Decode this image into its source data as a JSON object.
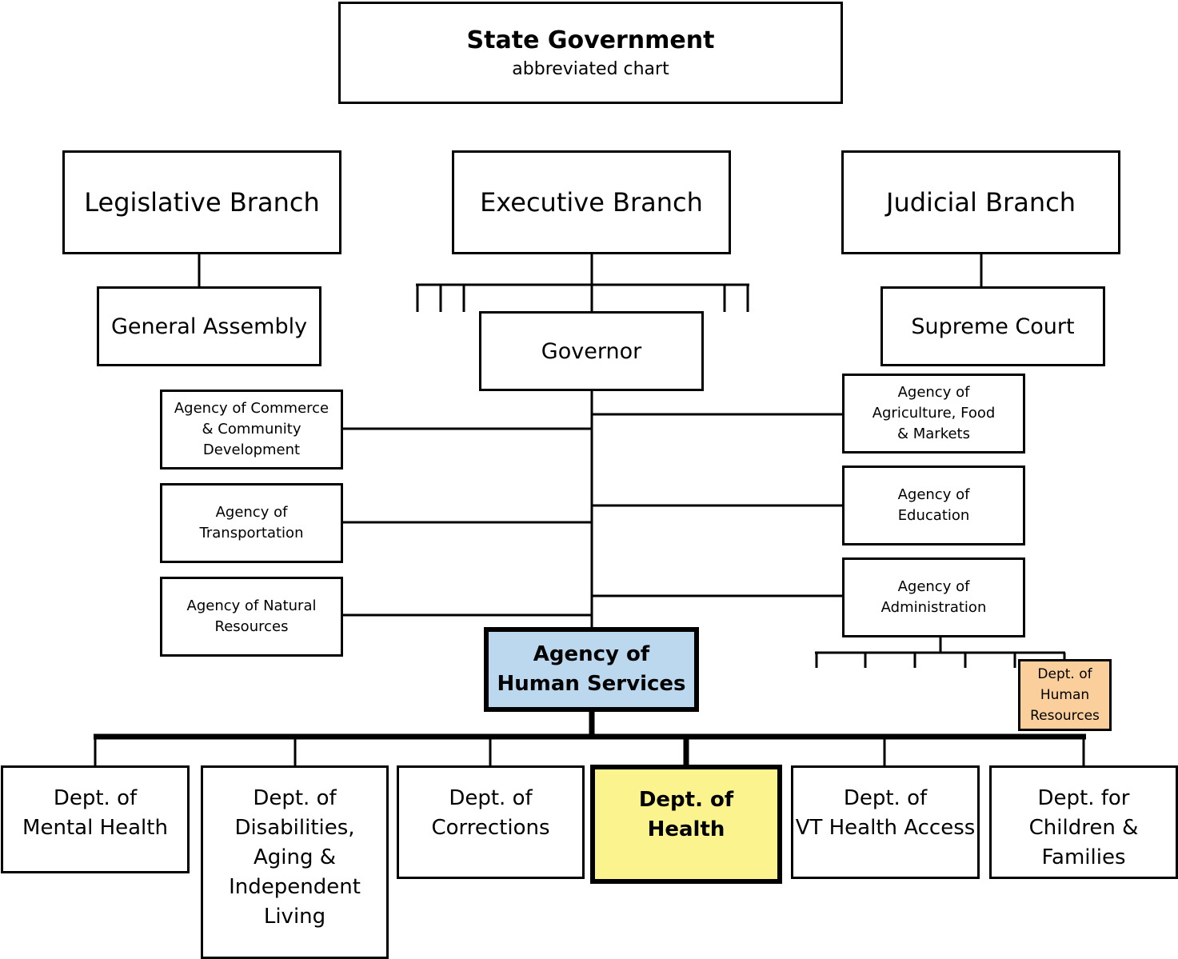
{
  "header": {
    "title": "State Government",
    "subtitle": "abbreviated chart"
  },
  "branches": {
    "legislative": "Legislative Branch",
    "executive": "Executive Branch",
    "judicial": "Judicial Branch"
  },
  "leaders": {
    "general_assembly": "General Assembly",
    "governor": "Governor",
    "supreme_court": "Supreme Court"
  },
  "agencies_left": {
    "commerce": [
      "Agency of Commerce",
      "& Community",
      "Development"
    ],
    "transportation": [
      "Agency of",
      "Transportation"
    ],
    "natural_resources": [
      "Agency of Natural",
      "Resources"
    ]
  },
  "agencies_right": {
    "agriculture": [
      "Agency of",
      "Agriculture, Food",
      "& Markets"
    ],
    "education": [
      "Agency of",
      "Education"
    ],
    "administration": [
      "Agency of",
      "Administration"
    ]
  },
  "human_resources": [
    "Dept. of",
    "Human",
    "Resources"
  ],
  "human_services": [
    "Agency of",
    "Human Services"
  ],
  "departments": {
    "mental_health": [
      "Dept. of",
      "Mental Health"
    ],
    "disabilities": [
      "Dept. of",
      "Disabilities,",
      "Aging &",
      "Independent",
      "Living"
    ],
    "corrections": [
      "Dept. of",
      "Corrections"
    ],
    "health": [
      "Dept. of",
      "Health"
    ],
    "vt_health_access": [
      "Dept. of",
      "VT Health Access"
    ],
    "children_families": [
      "Dept. for",
      "Children &",
      "Families"
    ]
  },
  "colors": {
    "human_services": "#bcd8ee",
    "health": "#fbf38d",
    "human_resources": "#fbcf9c"
  }
}
